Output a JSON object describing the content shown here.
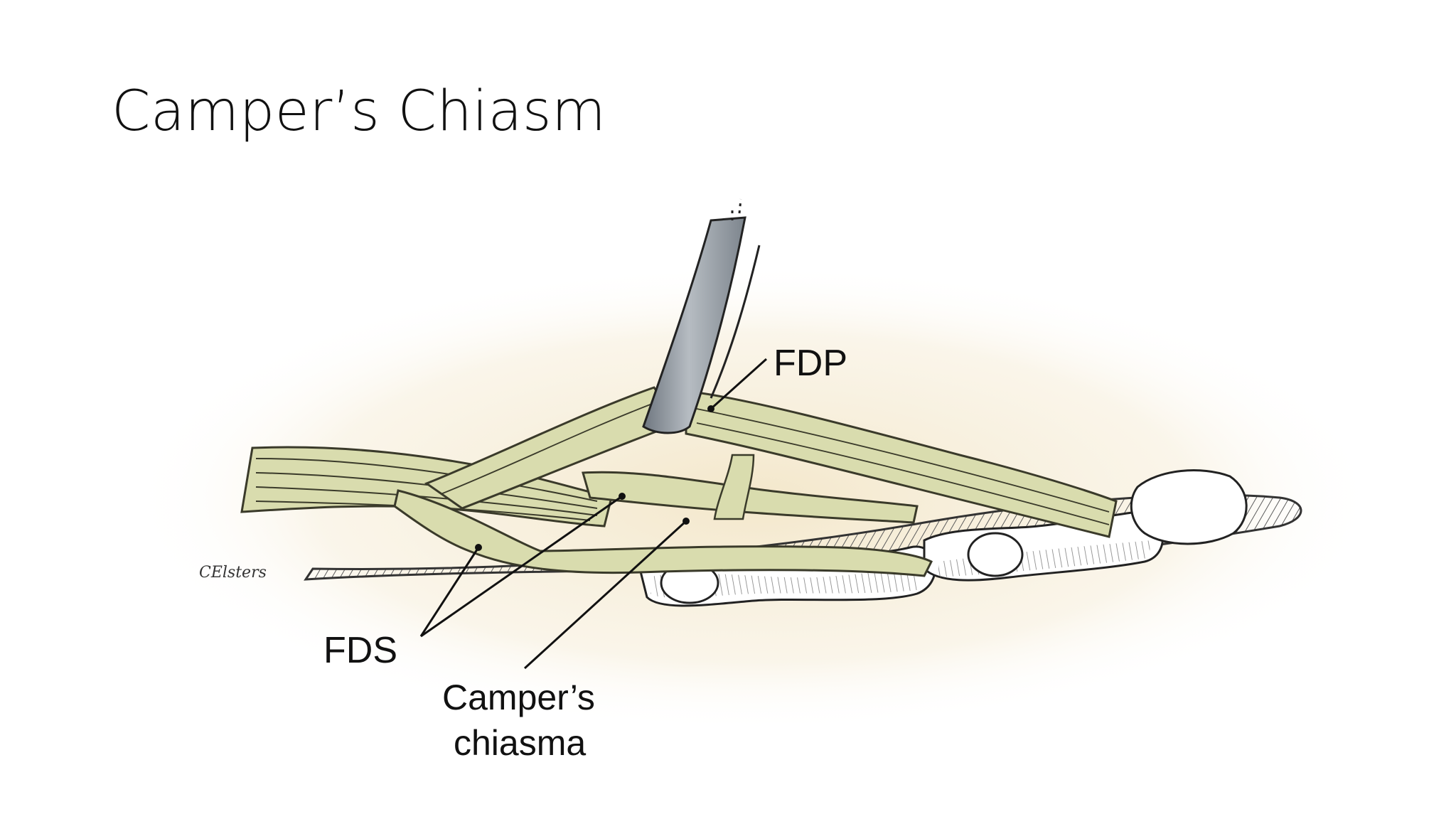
{
  "slide": {
    "title": "Camper’s Chiasm"
  },
  "figure": {
    "labels": {
      "fdp": "FDP",
      "fds": "FDS",
      "campers_line1": "Camper’s",
      "campers_line2": "chiasma"
    },
    "colors": {
      "tendon": "#d9dcae",
      "tendon_stroke": "#3a3a2a",
      "bone_hatch": "#6b6b6b",
      "retractor": "#9aa1a8",
      "halo": "#f5ead2"
    }
  }
}
